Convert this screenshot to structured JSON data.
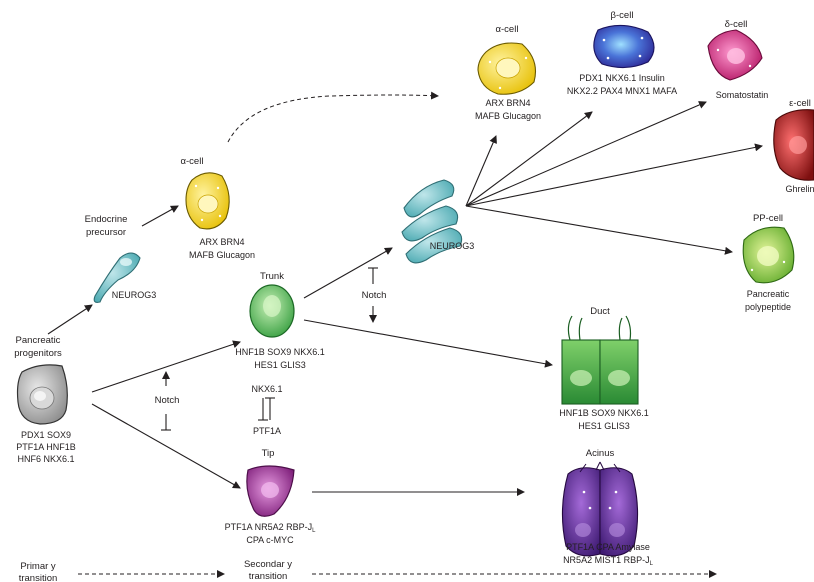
{
  "colors": {
    "progenitor": "#a7a7a7",
    "neurog": "#6cc0c6",
    "alpha": "#f2d21d",
    "beta": "#3d3cb5",
    "delta": "#c8177a",
    "epsilon": "#9e1a1a",
    "pp": "#7cc13e",
    "trunk": "#4fb84a",
    "tip": "#9a2b94",
    "acinus": "#5c2a8c",
    "duct": "#3a9a42"
  },
  "progenitor": {
    "title_line1": "Pancreatic",
    "title_line2": "progenitors",
    "markers_line1": "PDX1   SOX9",
    "markers_line2": "PTF1A   HNF1B",
    "markers_line3": "HNF6   NKX6.1"
  },
  "endocrine_precursor": {
    "title_line1": "Endocrine",
    "title_line2": "precursor",
    "marker": "NEUROG3"
  },
  "primary_alpha": {
    "title": "α-cell",
    "markers_line1": "ARX BRN4",
    "markers_line2": "MAFB Glucagon"
  },
  "trunk": {
    "title": "Trunk",
    "markers_line1": "HNF1B SOX9 NKX6.1",
    "markers_line2": "HES1 GLIS3"
  },
  "notch_left": "Notch",
  "notch_right": "Notch",
  "nkx_ptf": {
    "top": "NKX6.1",
    "bottom": "PTF1A"
  },
  "tip": {
    "title": "Tip",
    "markers_line1": "PTF1A NR5A2 RBP-J",
    "markers_sub": "L",
    "markers_line2": "CPA c-MYC"
  },
  "secondary_neurog": {
    "marker": "NEUROG3"
  },
  "alpha_cell": {
    "title": "α-cell",
    "markers_line1": "ARX BRN4",
    "markers_line2": "MAFB Glucagon"
  },
  "beta_cell": {
    "title": "β-cell",
    "markers_line1": "PDX1 NKX6.1 Insulin",
    "markers_line2": "NKX2.2 PAX4 MNX1 MAFA"
  },
  "delta_cell": {
    "title": "δ-cell",
    "marker": "Somatostatin"
  },
  "epsilon_cell": {
    "title": "ε-cell",
    "marker": "Ghrelin"
  },
  "pp_cell": {
    "title": "PP-cell",
    "markers_line1": "Pancreatic",
    "markers_line2": "polypeptide"
  },
  "duct": {
    "title": "Duct",
    "markers_line1": "HNF1B SOX9 NKX6.1",
    "markers_line2": "HES1 GLIS3"
  },
  "acinus": {
    "title": "Acinus",
    "markers_line1": "PTF1A  CPA  Amylase",
    "markers_line2": "NR5A2  MIST1  RBP-J",
    "markers_sub": "L"
  },
  "timeline": {
    "primary_line1": "Primar y",
    "primary_line2": "transition",
    "secondary_line1": "Secondar y",
    "secondary_line2": "transition"
  }
}
